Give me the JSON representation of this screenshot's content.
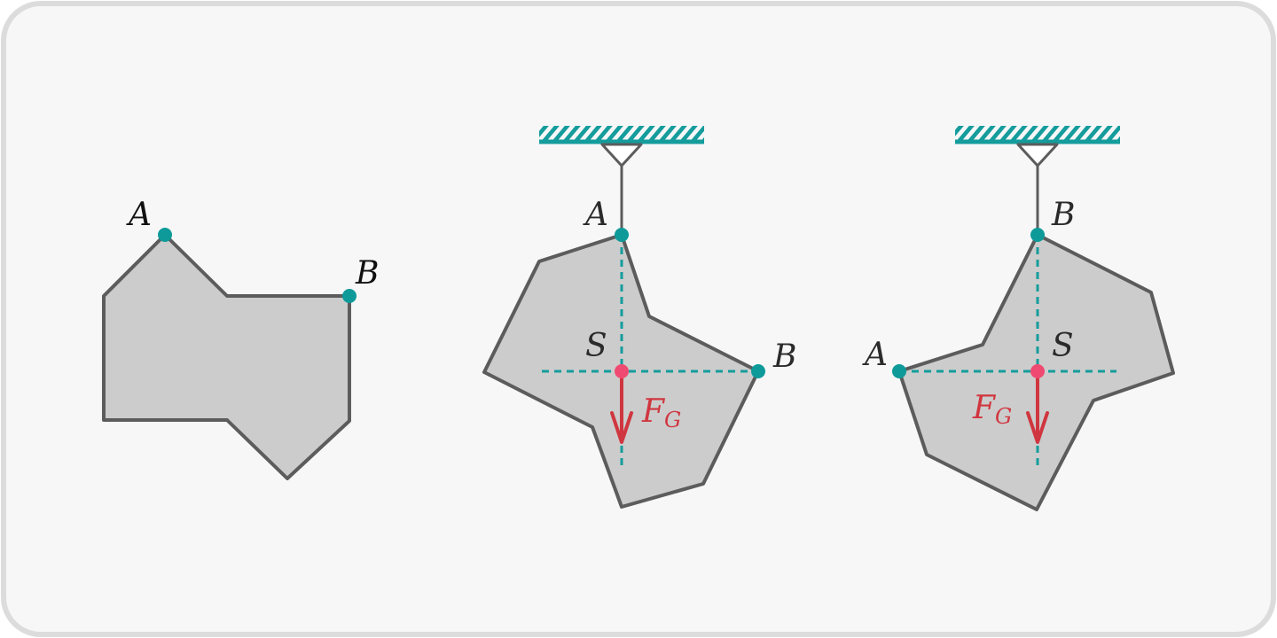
{
  "colors": {
    "background": "#f7f7f8",
    "frame": "#dcdcdc",
    "plate_fill": "#cccccc",
    "plate_stroke": "#5c5c5c",
    "point": "#0f9a9a",
    "ceiling": "#159c9c",
    "centroid": "#ef4a72",
    "force": "#d0363f",
    "label": "#2b2b2b"
  },
  "figures": [
    {
      "id": "free-plate",
      "labels": {
        "point_a": "A",
        "point_b": "B"
      }
    },
    {
      "id": "hung-at-a",
      "labels": {
        "pivot": "A",
        "other": "B",
        "centroid": "S",
        "force": "F",
        "force_sub": "G"
      }
    },
    {
      "id": "hung-at-b",
      "labels": {
        "pivot": "B",
        "other": "A",
        "centroid": "S",
        "force": "F",
        "force_sub": "G"
      }
    }
  ]
}
